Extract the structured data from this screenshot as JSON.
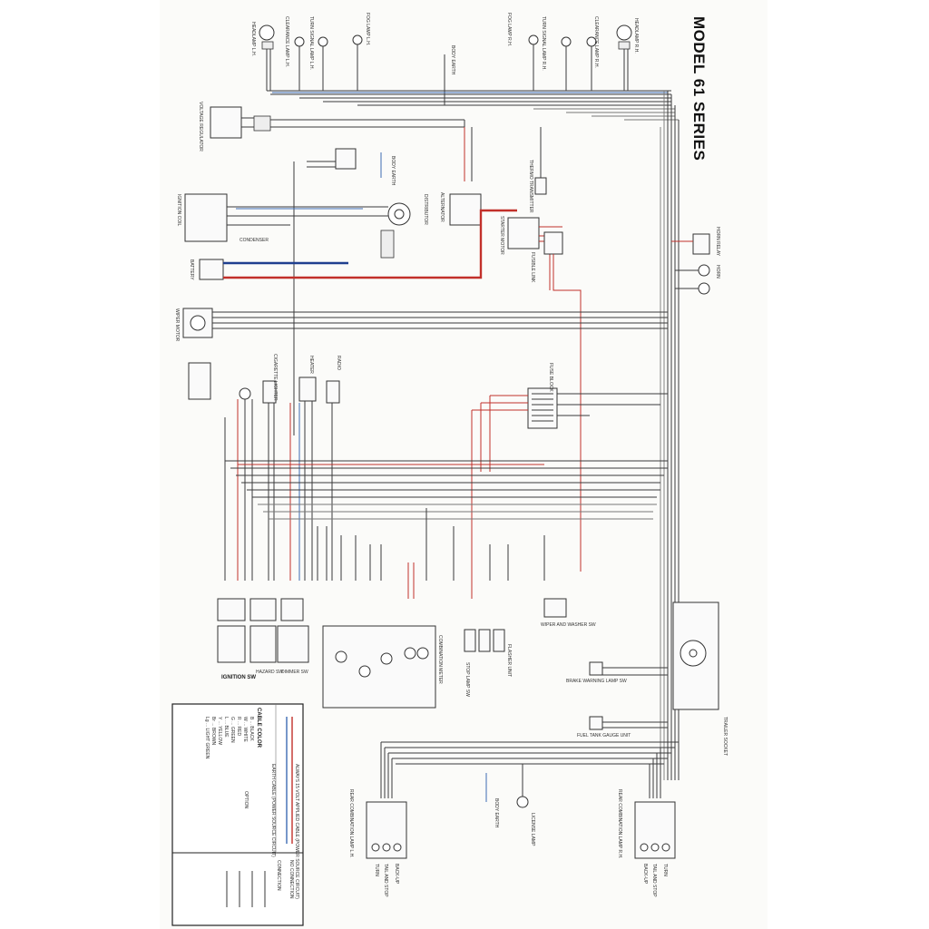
{
  "title": "MODEL 61 SERIES",
  "components": {
    "headlamp_rh": "HEADLAMP R.H.",
    "headlamp_lh": "HEADLAMP L.H.",
    "clearance_lamp_rh": "CLEARANCE LAMP R.H.",
    "clearance_lamp_lh": "CLEARANCE LAMP L.H.",
    "turn_signal_lamp_rh": "TURN SIGNAL LAMP R.H.",
    "turn_signal_lamp_lh": "TURN SIGNAL LAMP L.H.",
    "fog_lamp_rh": "FOG LAMP R.H.",
    "fog_lamp_lh": "FOG LAMP L.H.",
    "body_earth": "BODY EARTH",
    "voltage_regulator": "VOLTAGE REGULATOR",
    "alternator": "ALTERNATOR",
    "thermo_transmitter": "THERMO TRANSMITTER",
    "distributor": "DISTRIBUTOR",
    "starter_motor": "STARTER MOTOR",
    "fusible_link": "FUSIBLE LINK",
    "horn_relay": "HORN RELAY",
    "horn": "HORN",
    "ignition_coil": "IGNITION COIL",
    "condenser": "CONDENSER",
    "battery": "BATTERY",
    "wiper_motor": "WIPER MOTOR",
    "heater": "HEATER",
    "radio": "RADIO",
    "cigarette_lighter": "CIGARETTE LIGHTER",
    "fuse_block": "FUSE BLOCK",
    "combination_meter": "COMBINATION METER",
    "ignition_sw": "IGNITION SW",
    "hazard_sw": "HAZARD SW",
    "dimmer_sw": "DIMMER SW",
    "stop_lamp_sw": "STOP LAMP SW",
    "flasher_unit": "FLASHER UNIT",
    "wiper_and_washer_sw": "WIPER AND WASHER SW",
    "brake_warning_lamp_sw": "BRAKE WARNING LAMP SW",
    "fuel_tank_gauge_unit": "FUEL TANK GAUGE UNIT",
    "trailer_socket": "TRAILER SOCKET",
    "rear_combination_lamp_lh": "REAR COMBINATION LAMP L.H.",
    "rear_combination_lamp_rh": "REAR COMBINATION LAMP R.H.",
    "license_lamp": "LICENSE LAMP",
    "turn": "TURN",
    "tail_and_stop": "TAIL AND STOP",
    "back_up": "BACK-UP"
  },
  "legend": {
    "cable_always": "ALWAYS 15 VOLT APPLIED CABLE (POWER SOURCE CIRCUIT)",
    "cable_earth": "EARTH CABLE (POWER SOURCE CIRCUIT)",
    "color_title": "CABLE COLOR",
    "color_codes": [
      "B ... BLACK",
      "W ... WHITE",
      "R ... RED",
      "G ... GREEN",
      "L ... BLUE",
      "Y ... YELLOW",
      "Br ... BROWN",
      "Lg ... LIGHT GREEN"
    ],
    "option_note": "OPTION",
    "connection": "CONNECTION",
    "no_connection": "NO CONNECTION"
  },
  "colors": {
    "red_wire": "#c2302a",
    "blue_wire": "#1f3f8f",
    "black_wire": "#3a3a3a",
    "paper": "#fbfbf9"
  }
}
